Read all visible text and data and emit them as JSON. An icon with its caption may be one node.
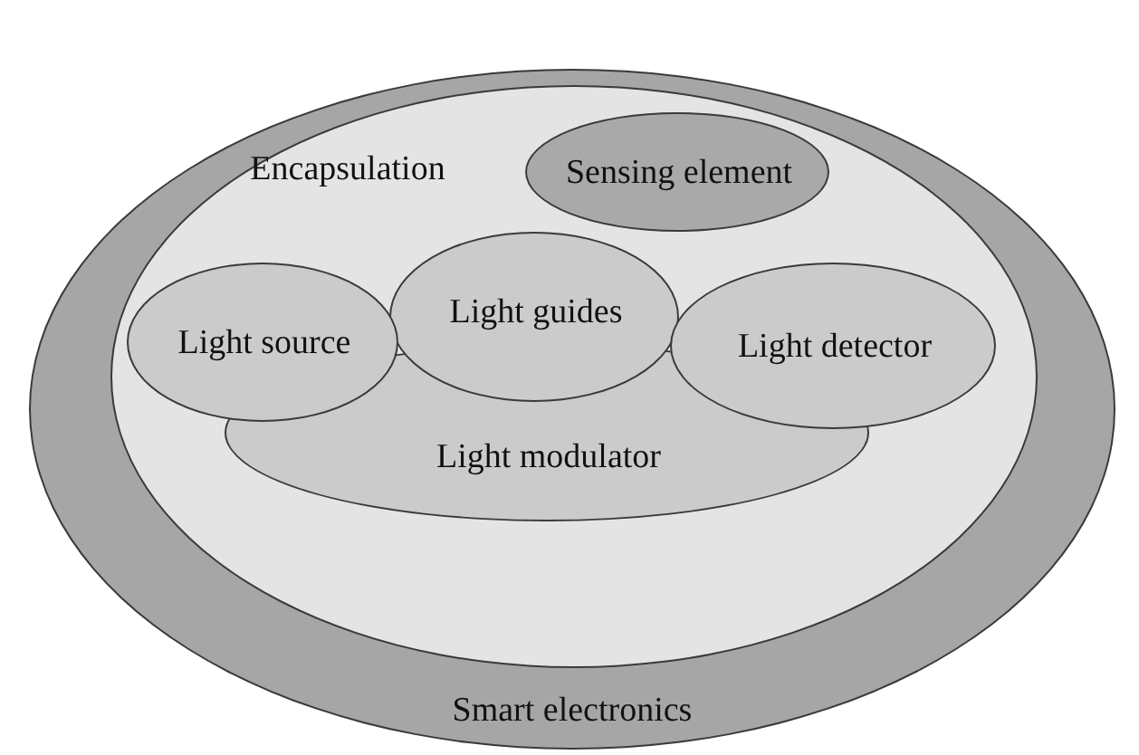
{
  "diagram": {
    "nodes": [
      {
        "text": [
          "Smart electronics"
        ]
      },
      {
        "text": [
          "Encapsulation"
        ],
        "in": 0
      },
      {
        "text": [
          "Sensing element"
        ],
        "in": 1
      },
      {
        "text": [
          "Light guides"
        ],
        "in": 1
      },
      {
        "text": [
          "Light source"
        ],
        "in": 1
      },
      {
        "text": [
          "Light detector"
        ],
        "in": 1
      },
      {
        "text": [
          "Light modulator"
        ],
        "in": 1
      }
    ]
  }
}
